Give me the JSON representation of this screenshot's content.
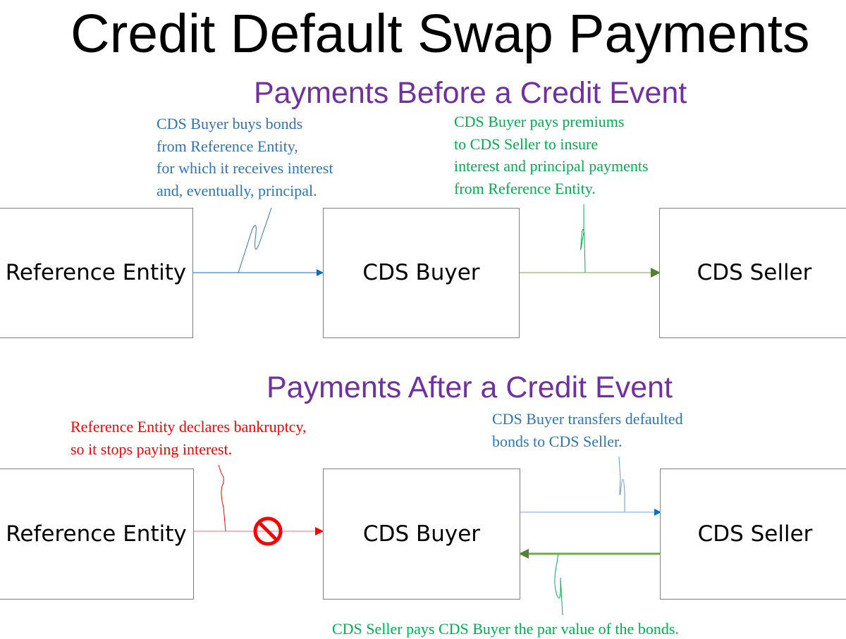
{
  "title": "Credit Default Swap Payments",
  "before": {
    "heading": "Payments Before a Credit Event",
    "boxes": {
      "reference_entity": "Reference Entity",
      "cds_buyer": "CDS Buyer",
      "cds_seller": "CDS Seller"
    },
    "notes": {
      "buyer_buys_bonds": [
        "CDS Buyer buys bonds",
        "from Reference Entity,",
        "for which it receives interest",
        "and, eventually, principal."
      ],
      "buyer_pays_premiums": [
        "CDS Buyer pays premiums",
        "to CDS Seller to insure",
        "interest and principal payments",
        "from Reference Entity."
      ]
    }
  },
  "after": {
    "heading": "Payments After a Credit Event",
    "boxes": {
      "reference_entity": "Reference Entity",
      "cds_buyer": "CDS Buyer",
      "cds_seller": "CDS Seller"
    },
    "notes": {
      "bankruptcy": [
        "Reference Entity declares bankruptcy,",
        "so it stops paying interest."
      ],
      "transfer_bonds": [
        "CDS Buyer transfers defaulted",
        "bonds to CDS Seller."
      ],
      "par_value": [
        "CDS Seller pays CDS Buyer the par value of the bonds."
      ]
    }
  },
  "colors": {
    "blue": "#0070c0",
    "green": "#00b050",
    "olive_green": "#548235",
    "red": "#ff0000",
    "purple": "#7030a0"
  }
}
